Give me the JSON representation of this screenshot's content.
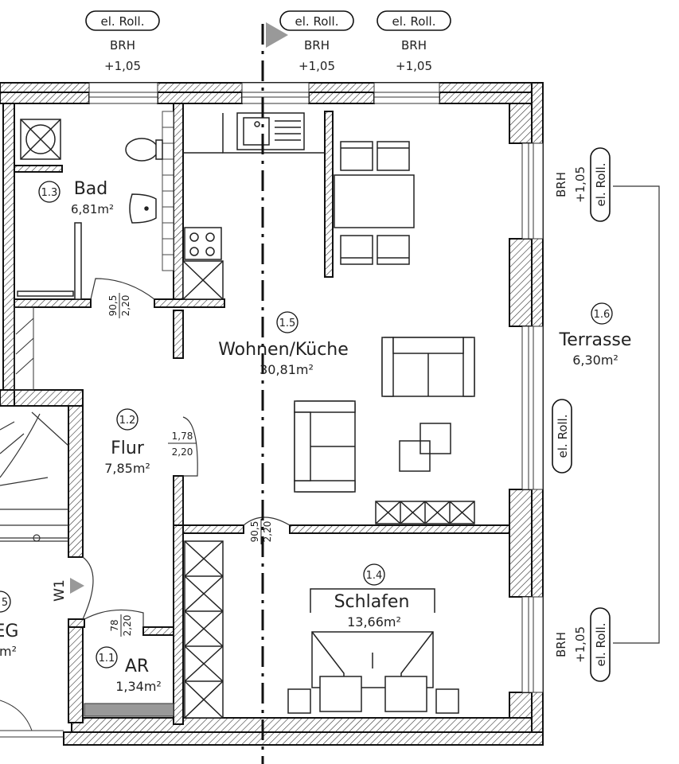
{
  "rooms": {
    "bad": {
      "number": "1.3",
      "name": "Bad",
      "area": "6,81m²"
    },
    "wohnen": {
      "number": "1.5",
      "name": "Wohnen/Küche",
      "area": "30,81m²"
    },
    "flur": {
      "number": "1.2",
      "name": "Flur",
      "area": "7,85m²"
    },
    "terrasse": {
      "number": "1.6",
      "name": "Terrasse",
      "area": "6,30m²"
    },
    "schlafen": {
      "number": "1.4",
      "name": "Schlafen",
      "area": "13,66m²"
    },
    "ar": {
      "number": "1.1",
      "name": "AR",
      "area": "1,34m²"
    },
    "partial": {
      "number": "5",
      "name": "EG",
      "area": "m²"
    }
  },
  "window_tags": {
    "rolladen": "el. Roll.",
    "sill_label": "BRH",
    "sill_height": "+1,05"
  },
  "doors": {
    "bad_door": {
      "width": "90,5",
      "height": "2,20"
    },
    "flur_opening": {
      "width": "1,78",
      "height": "2,20"
    },
    "schlafen_door": {
      "width": "90,5",
      "height": "2,20"
    },
    "ar_door": {
      "width": "78",
      "height": "2,20"
    }
  },
  "markers": {
    "entrance": "W1"
  }
}
